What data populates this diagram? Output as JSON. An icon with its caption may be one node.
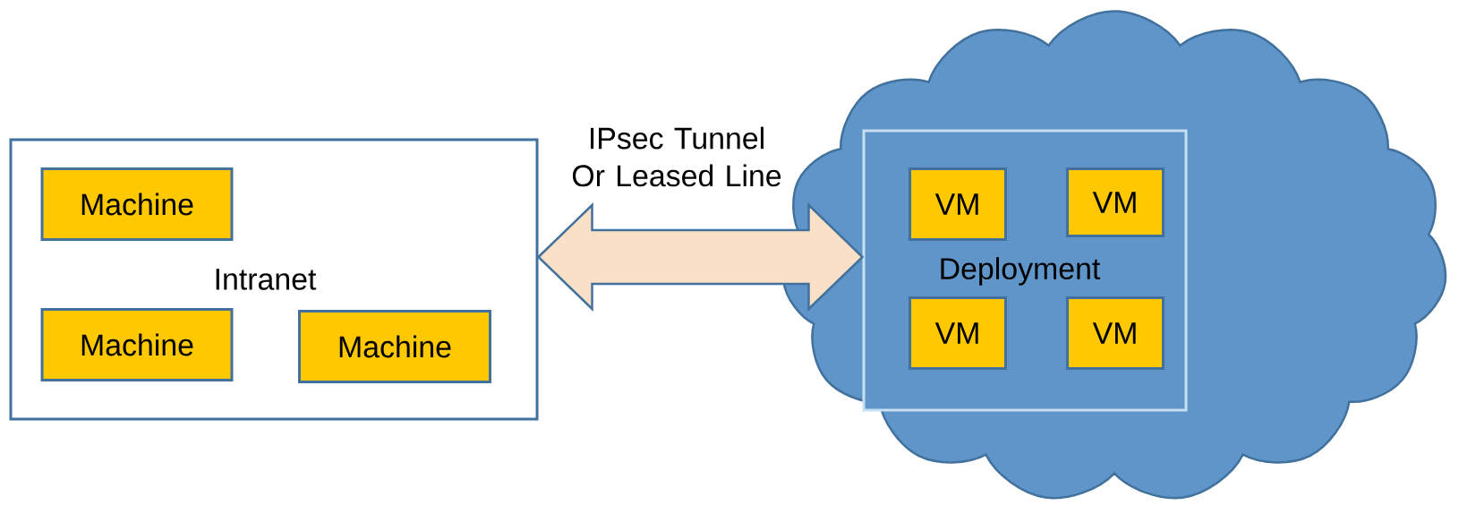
{
  "diagram": {
    "nodes": [
      {
        "text": [
          "Intranet"
        ]
      },
      {
        "text": [
          "Machine"
        ],
        "in": 0
      },
      {
        "text": [
          "Machine"
        ],
        "in": 0
      },
      {
        "text": [
          "Machine"
        ],
        "in": 0
      },
      {
        "text": [],
        "shape": "cloud"
      },
      {
        "text": [
          "Deployment"
        ],
        "in": 4
      },
      {
        "text": [
          "VM"
        ],
        "in": 5
      },
      {
        "text": [
          "VM"
        ],
        "in": 5
      },
      {
        "text": [
          "VM"
        ],
        "in": 5
      },
      {
        "text": [
          "VM"
        ],
        "in": 5
      }
    ],
    "edges": [
      {
        "from": 0,
        "to": 5,
        "arrow": "both",
        "label": "IPsec Tunnel Or Leased Line"
      }
    ]
  }
}
